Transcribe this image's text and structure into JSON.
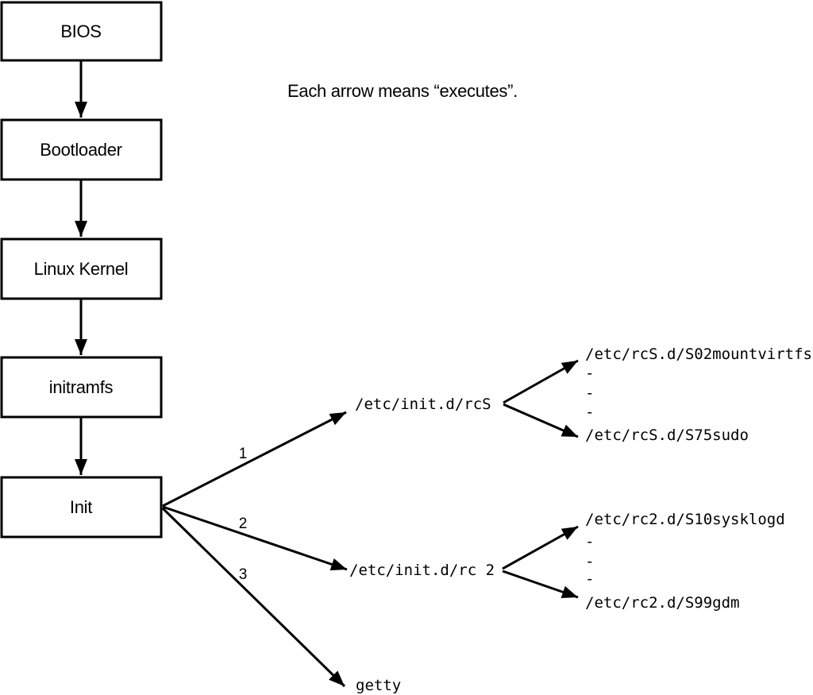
{
  "note": "Each arrow means “executes”.",
  "flow_boxes": [
    {
      "label": "BIOS"
    },
    {
      "label": "Bootloader"
    },
    {
      "label": "Linux Kernel"
    },
    {
      "label": "initramfs"
    },
    {
      "label": "Init"
    }
  ],
  "init_branches": [
    {
      "order": "1",
      "target": "/etc/init.d/rcS"
    },
    {
      "order": "2",
      "target": "/etc/init.d/rc 2"
    },
    {
      "order": "3",
      "target": "getty"
    }
  ],
  "rcS_scripts": {
    "first": "/etc/rcS.d/S02mountvirtfs",
    "dots": [
      "-",
      "-",
      "-"
    ],
    "last": "/etc/rcS.d/S75sudo"
  },
  "rc2_scripts": {
    "first": "/etc/rc2.d/S10sysklogd",
    "dots": [
      "-",
      "-",
      "-"
    ],
    "last": "/etc/rc2.d/S99gdm"
  }
}
